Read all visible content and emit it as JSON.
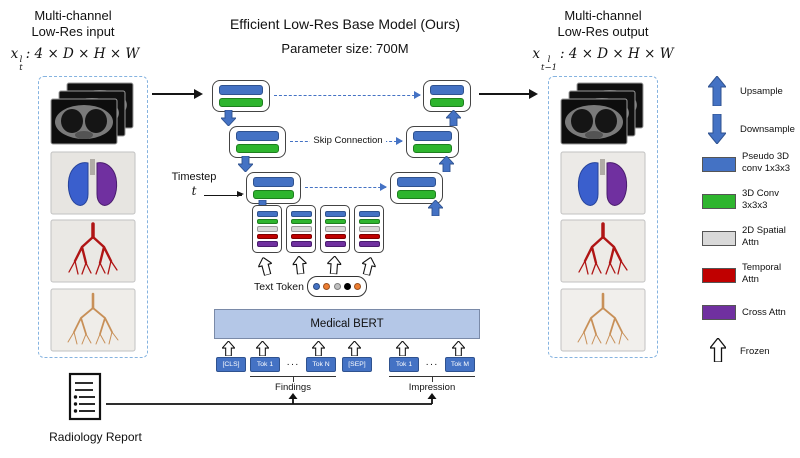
{
  "input_panel": {
    "title_line1": "Multi-channel",
    "title_line2": "Low-Res input",
    "formula_var": "x",
    "formula_sup": "l",
    "formula_sub": "t",
    "formula_rest": ": 4 × D × H × W"
  },
  "output_panel": {
    "title_line1": "Multi-channel",
    "title_line2": "Low-Res output",
    "formula_var": "x",
    "formula_sup": "l",
    "formula_sub": "t−1",
    "formula_rest": ": 4 × D × H × W"
  },
  "model": {
    "title": "Efficient Low-Res Base Model (Ours)",
    "param_size": "Parameter size: 700M",
    "skip_connection_label": "Skip Connection",
    "timestep_label": "Timestep",
    "timestep_symbol": "t",
    "text_token_label": "Text Token"
  },
  "bert": {
    "title": "Medical BERT",
    "tokens": [
      "[CLS]",
      "Tok 1",
      "···",
      "Tok N",
      "[SEP]",
      "Tok 1",
      "···",
      "Tok M"
    ],
    "findings_label": "Findings",
    "impression_label": "Impression"
  },
  "report": {
    "label": "Radiology Report"
  },
  "legend": {
    "upsample": "Upsample",
    "downsample": "Downsample",
    "items": [
      {
        "label": "Pseudo 3D conv 1x3x3",
        "color": "#4472c4"
      },
      {
        "label": "3D Conv 3x3x3",
        "color": "#2eb52e"
      },
      {
        "label": "2D Spatial Attn",
        "color": "#d9d9d9"
      },
      {
        "label": "Temporal Attn",
        "color": "#c00000"
      },
      {
        "label": "Cross Attn",
        "color": "#7030a0"
      }
    ],
    "frozen": "Frozen"
  },
  "colors": {
    "pseudo3d_conv": "#4472c4",
    "conv3d": "#2eb52e",
    "spatial_attn": "#d9d9d9",
    "temporal_attn": "#c00000",
    "cross_attn": "#7030a0",
    "arrow_blue": "#4472c4",
    "bert_fill": "#b4c7e7",
    "token_box": "#4472c4"
  },
  "token_dots": [
    "#4472c4",
    "#ed7d31",
    "#bfbfbf",
    "#000000",
    "#ed7d31"
  ]
}
